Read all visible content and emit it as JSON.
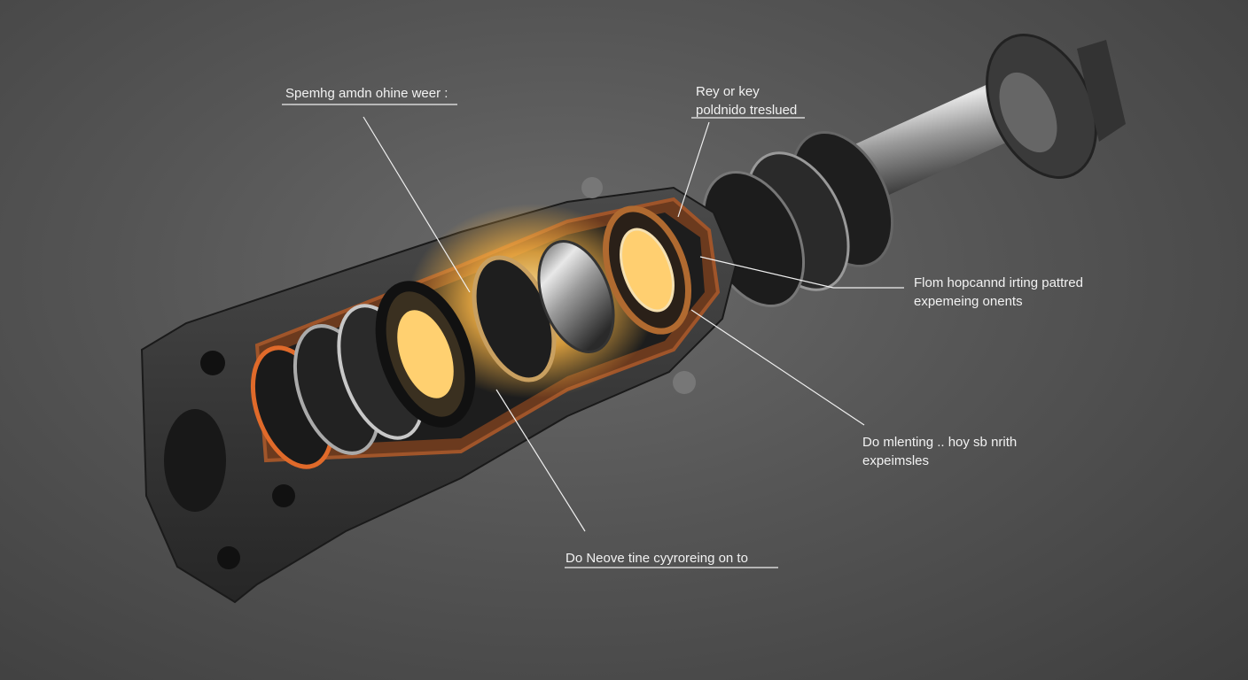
{
  "title": "Shaft bearing assembly cutaway",
  "labels": [
    {
      "id": "top-left",
      "lines": [
        "Spemhg amdn ohine weer :"
      ]
    },
    {
      "id": "top-center",
      "lines": [
        "Rey or key",
        "poldnido treslued"
      ]
    },
    {
      "id": "right-upper",
      "lines": [
        "Flom hopcannd irting pattred",
        "expemeing onents"
      ]
    },
    {
      "id": "right-lower",
      "lines": [
        "Do mlenting .. hoy sb nrith",
        "expeimsles"
      ]
    },
    {
      "id": "bottom",
      "lines": [
        "Do Neove tine cyyroreing on to"
      ]
    }
  ],
  "colors": {
    "background": "#555555",
    "housing": "#3a3a3a",
    "rust": "#8a4a25",
    "glow": "#ffb845",
    "steel": "#b8b8b8",
    "text": "#f2f2f2"
  }
}
